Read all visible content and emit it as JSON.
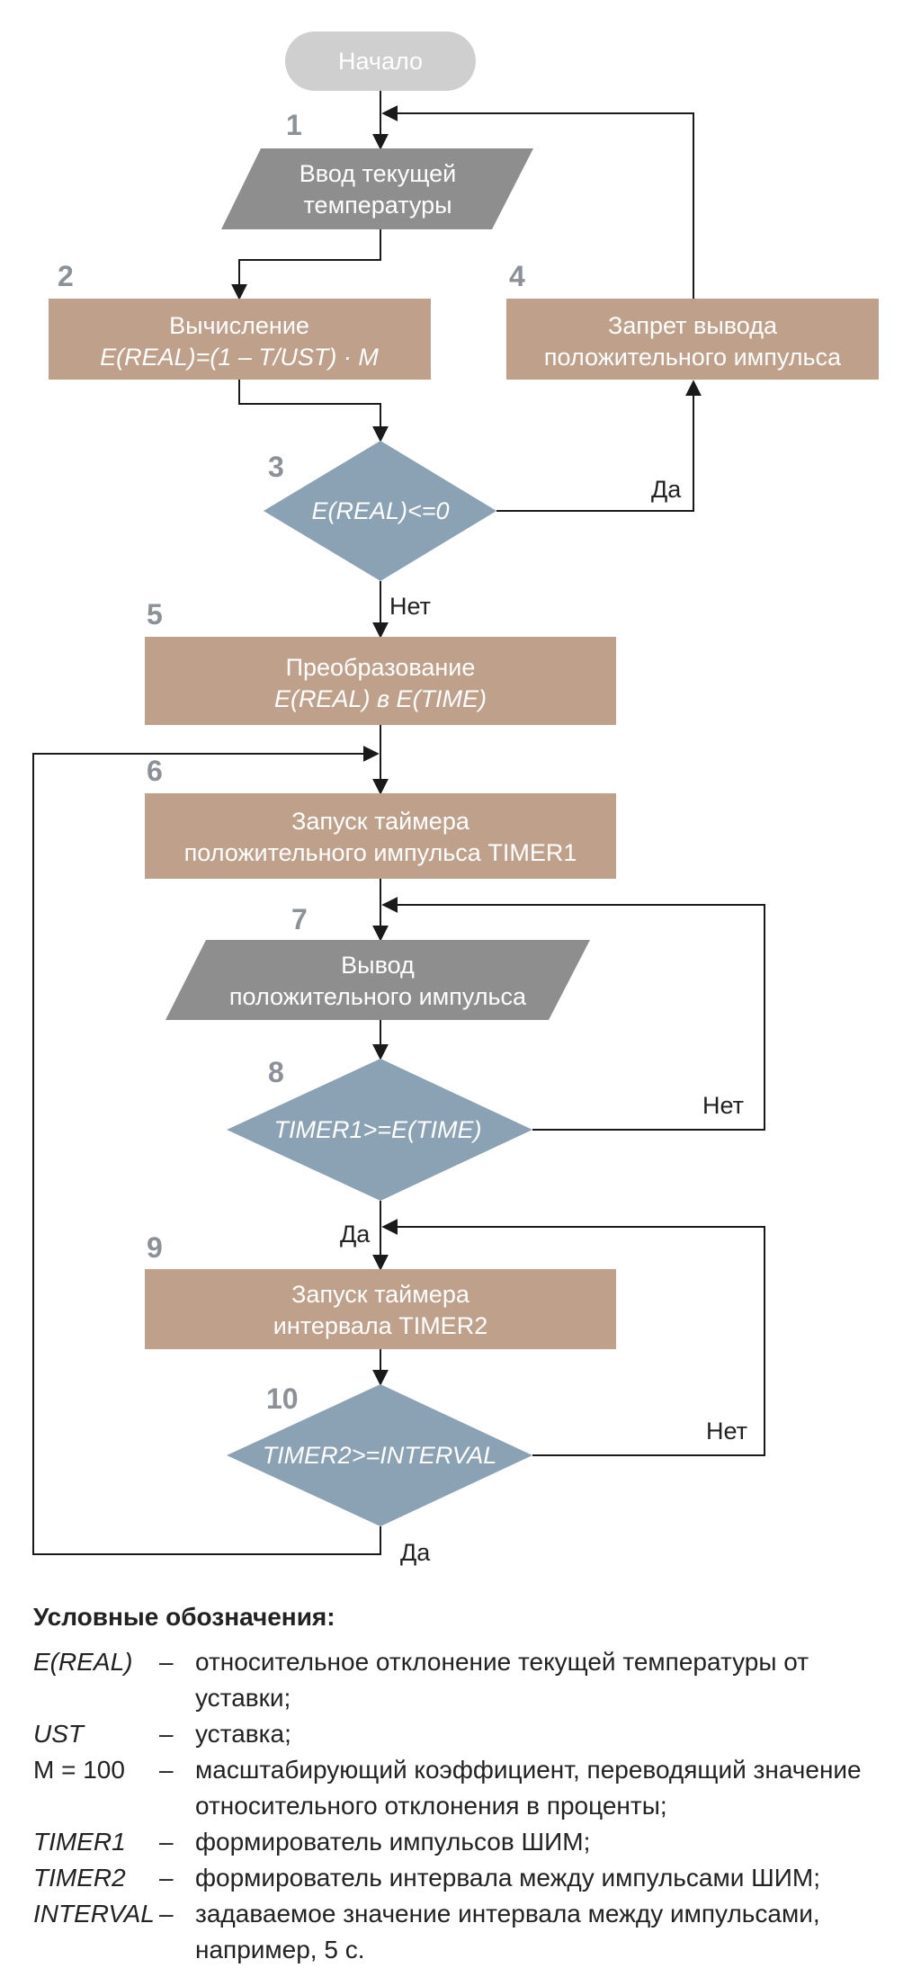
{
  "colors": {
    "process": "#bfa08a",
    "io": "#8e8e8e",
    "decision": "#8ba2b4",
    "terminal": "#cfcfcf"
  },
  "nodes": {
    "start": {
      "text": "Начало"
    },
    "n1": {
      "num": "1",
      "line1": "Ввод текущей",
      "line2": "температуры"
    },
    "n2": {
      "num": "2",
      "line1": "Вычисление",
      "line2": "E(REAL)=(1 – T/UST) · M"
    },
    "n3": {
      "num": "3",
      "text": "E(REAL)<=0"
    },
    "n4": {
      "num": "4",
      "line1": "Запрет вывода",
      "line2": "положительного импульса"
    },
    "n5": {
      "num": "5",
      "line1": "Преобразование",
      "line2": "E(REAL) в E(TIME)"
    },
    "n6": {
      "num": "6",
      "line1": "Запуск таймера",
      "line2": "положительного импульса TIMER1"
    },
    "n7": {
      "num": "7",
      "line1": "Вывод",
      "line2": "положительного импульса"
    },
    "n8": {
      "num": "8",
      "text": "TIMER1>=E(TIME)"
    },
    "n9": {
      "num": "9",
      "line1": "Запуск таймера",
      "line2": "интервала TIMER2"
    },
    "n10": {
      "num": "10",
      "text": "TIMER2>=INTERVAL"
    }
  },
  "edge_labels": {
    "n3_yes": "Да",
    "n3_no": "Нет",
    "n8_no": "Нет",
    "n8_yes": "Да",
    "n10_no": "Нет",
    "n10_yes": "Да"
  },
  "legend": {
    "title": "Условные обозначения:",
    "rows": [
      {
        "term": "E(REAL)",
        "dash": "–",
        "desc": "относительное отклонение текущей температуры от уставки;"
      },
      {
        "term": "UST",
        "dash": "–",
        "desc": "уставка;"
      },
      {
        "term": "M = 100",
        "dash": "–",
        "desc": "масштабирующий коэффициент, переводящий значение относительного отклонения в проценты;"
      },
      {
        "term": "TIMER1",
        "dash": "–",
        "desc": "формирователь импульсов ШИМ;"
      },
      {
        "term": "TIMER2",
        "dash": "–",
        "desc": "формирователь интервала между импульсами ШИМ;"
      },
      {
        "term": "INTERVAL",
        "dash": "–",
        "desc": "задаваемое значение интервала между импульсами, например, 5 с."
      }
    ]
  }
}
